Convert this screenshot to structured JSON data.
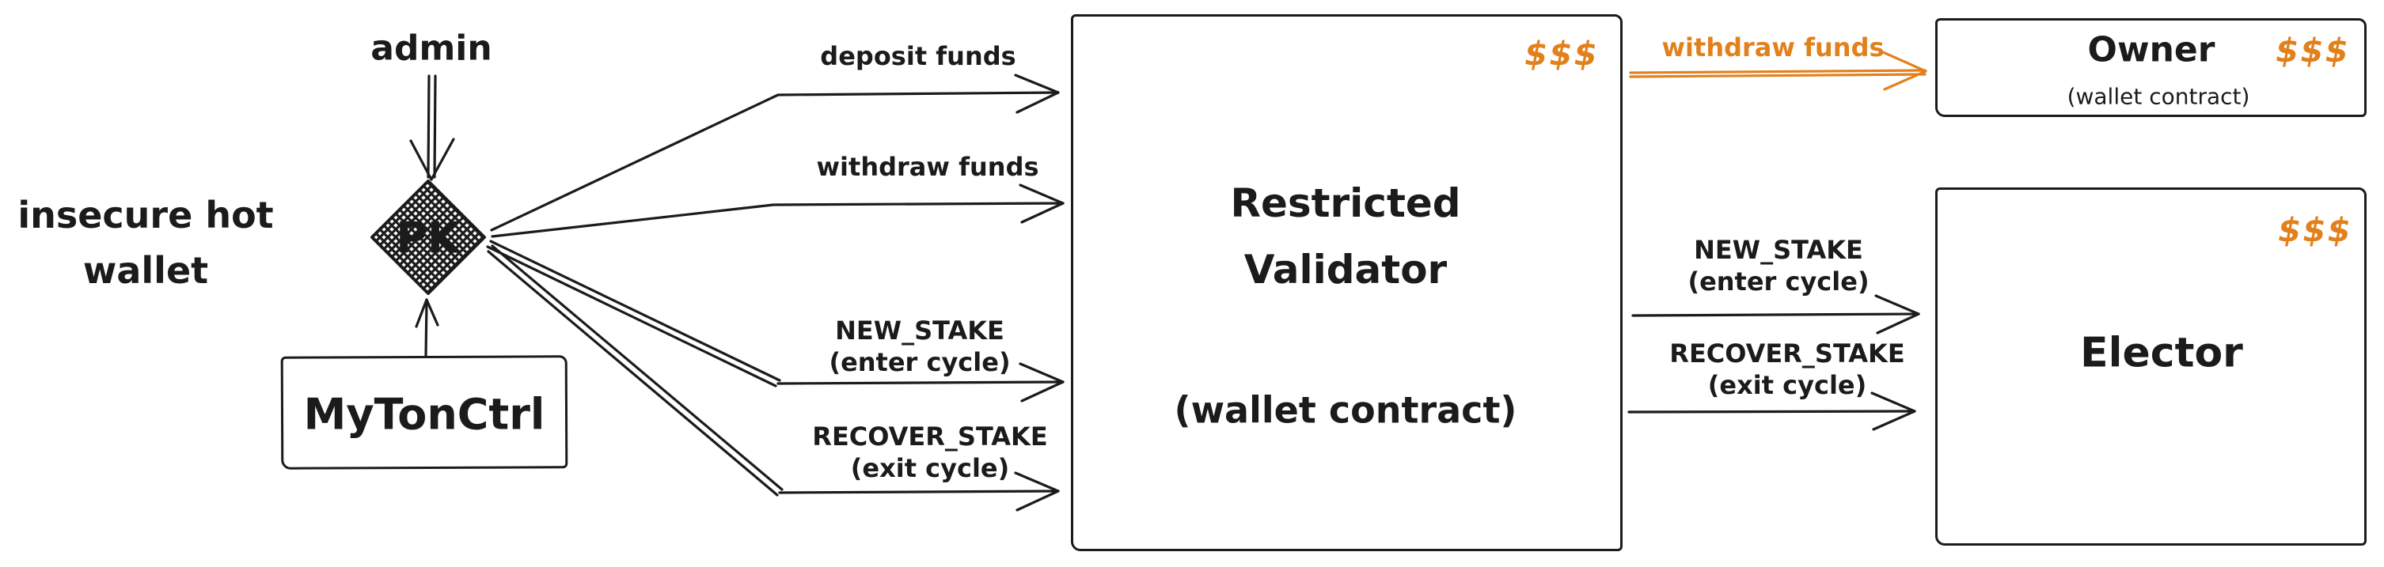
{
  "diagram": {
    "nodes": {
      "admin_label": "admin",
      "insecure_wallet_label": "insecure hot\nwallet",
      "pk_label": "PK",
      "mytonctrl_label": "MyTonCtrl",
      "validator": {
        "title": "Restricted\nValidator",
        "subtitle": "(wallet contract)",
        "money": "$$$"
      },
      "owner": {
        "title": "Owner",
        "subtitle": "(wallet contract)",
        "money": "$$$"
      },
      "elector": {
        "title": "Elector",
        "money": "$$$"
      }
    },
    "edges": {
      "deposit_funds": "deposit funds",
      "withdraw_funds": "withdraw funds",
      "new_stake_to_validator": "NEW_STAKE\n(enter cycle)",
      "recover_stake_to_validator": "RECOVER_STAKE\n(exit cycle)",
      "withdraw_funds_to_owner": "withdraw funds",
      "new_stake_to_elector": "NEW_STAKE\n(enter cycle)",
      "recover_stake_to_elector": "RECOVER_STAKE\n(exit cycle)"
    },
    "colors": {
      "ink": "#1b1b1b",
      "accent_orange": "#e2801c",
      "pk_hatch_red": "#e96a6a"
    }
  }
}
